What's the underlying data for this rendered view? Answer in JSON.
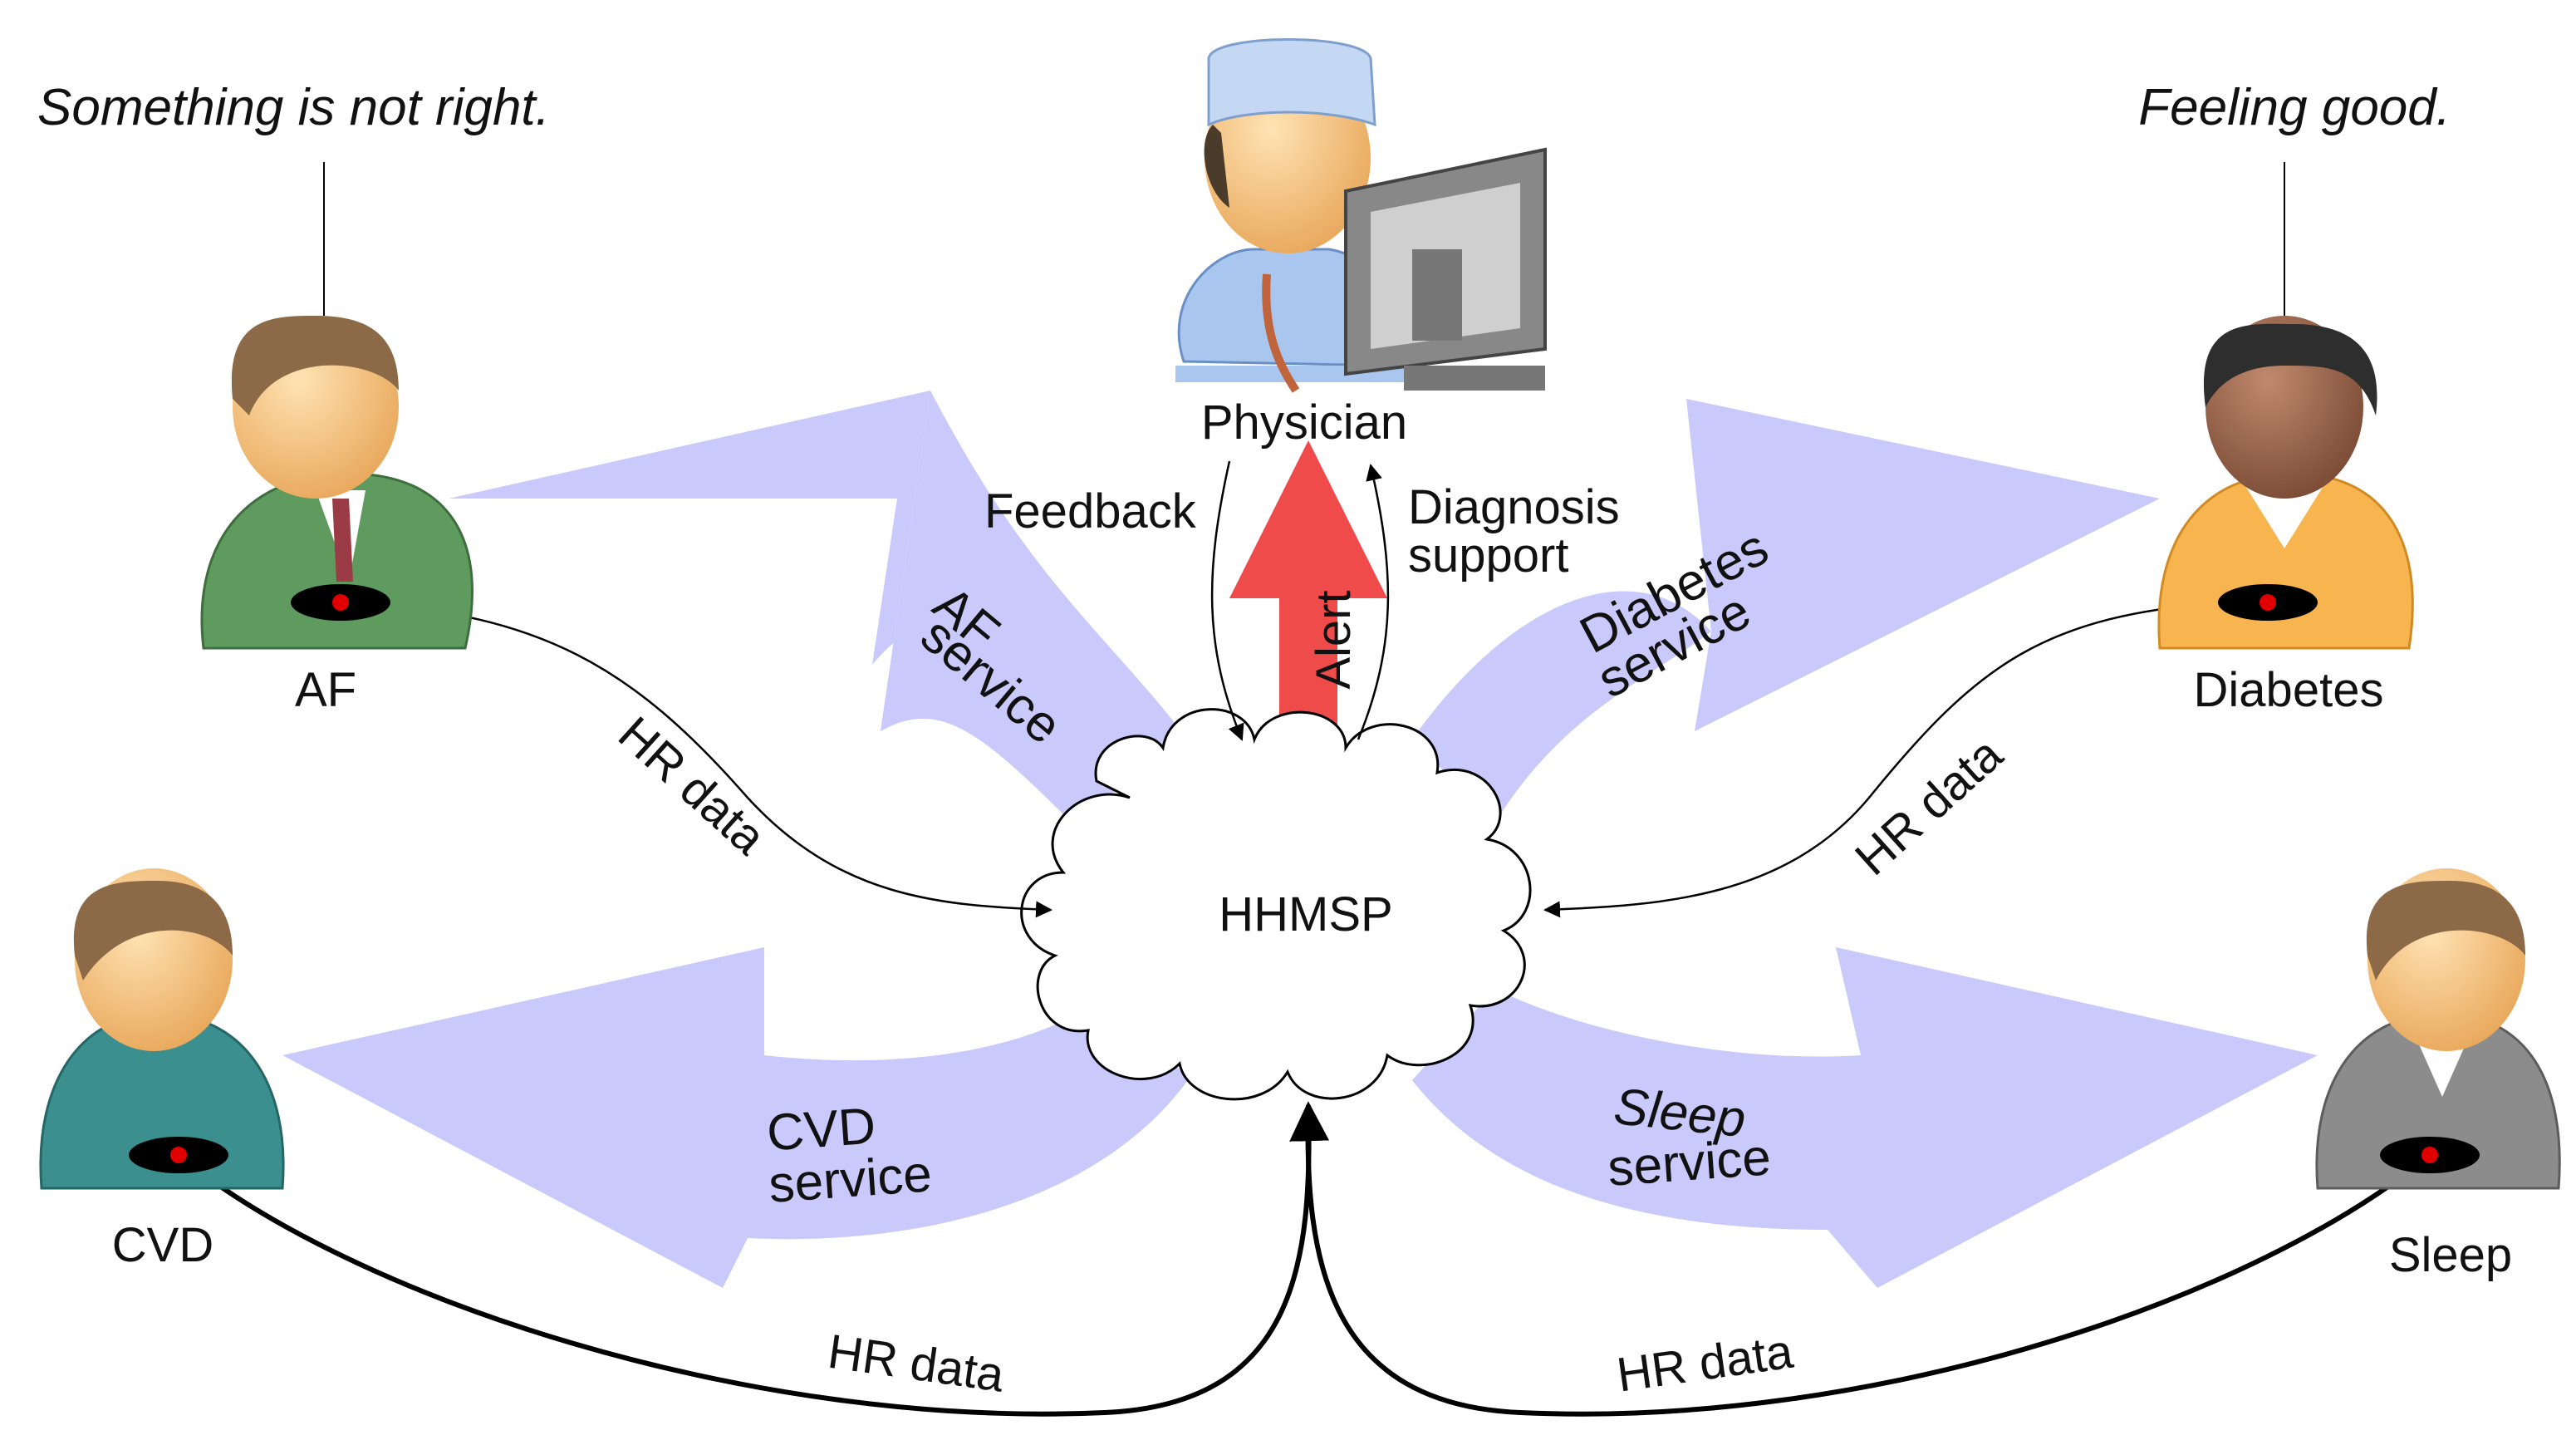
{
  "quotes": {
    "left": "Something is not right.",
    "right": "Feeling good."
  },
  "nodes": {
    "physician": "Physician",
    "hub": "HHMSP",
    "af": "AF",
    "diabetes": "Diabetes",
    "cvd": "CVD",
    "sleep": "Sleep"
  },
  "flows": {
    "feedback": "Feedback",
    "diagnosis_support": [
      "Diagnosis",
      "support"
    ],
    "alert": "Alert",
    "hr_data": "HR data"
  },
  "services": {
    "af": [
      "AF",
      "service"
    ],
    "diabetes": [
      "Diabetes",
      "service"
    ],
    "cvd": [
      "CVD",
      "service"
    ],
    "sleep": [
      "Sleep",
      "service"
    ]
  },
  "colors": {
    "service_arrow": "#c9c9fb",
    "alert_arrow": "#f04b4b",
    "af_person": "#5f9a5f",
    "diabetes_person": "#f7b44f",
    "cvd_person": "#3c8f8f",
    "sleep_person": "#8c8c8c",
    "physician": "#a9c6ef"
  }
}
